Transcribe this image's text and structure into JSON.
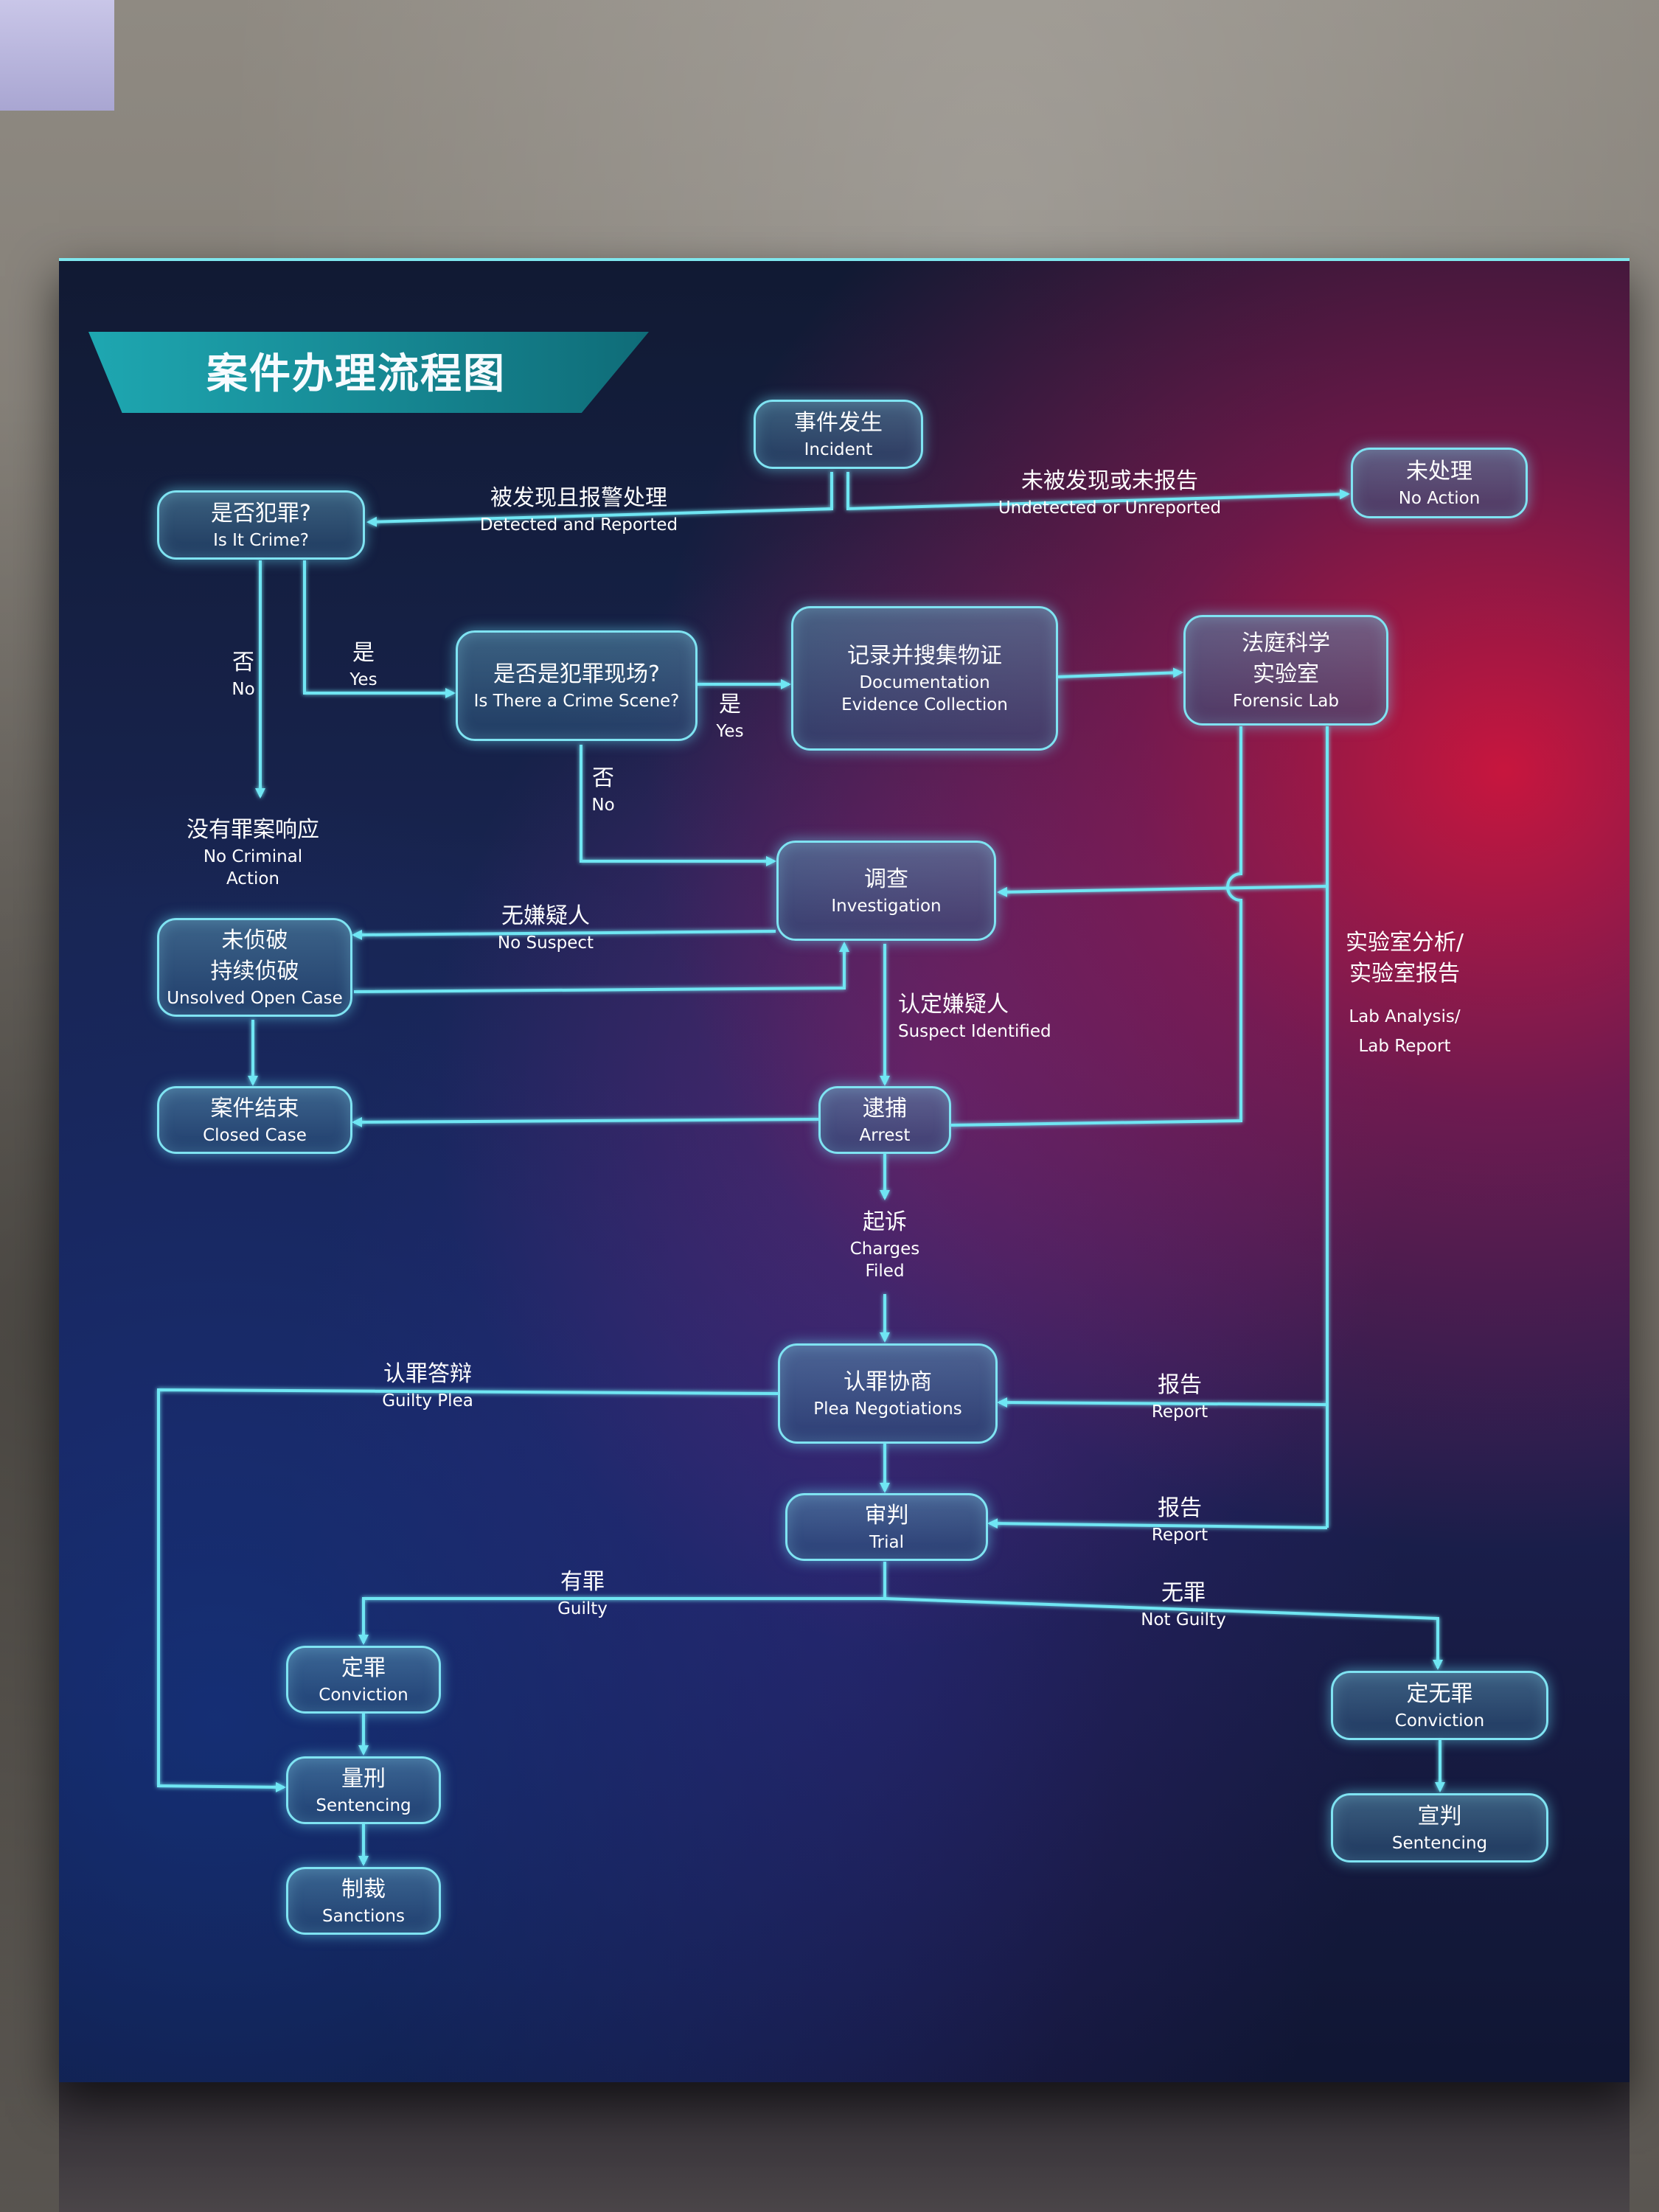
{
  "title": "案件办理流程图",
  "nodes": {
    "incident": {
      "zh": "事件发生",
      "en": "Incident"
    },
    "no_action": {
      "zh": "未处理",
      "en": "No Action"
    },
    "is_crime": {
      "zh": "是否犯罪?",
      "en": "Is It Crime?"
    },
    "crime_scene": {
      "zh": "是否是犯罪现场?",
      "en": "Is There a Crime Scene?"
    },
    "documentation": {
      "zh": "记录并搜集物证",
      "en1": "Documentation",
      "en2": "Evidence Collection"
    },
    "forensic_lab": {
      "zh1": "法庭科学",
      "zh2": "实验室",
      "en": "Forensic Lab"
    },
    "investigation": {
      "zh": "调查",
      "en": "Investigation"
    },
    "unsolved": {
      "zh1": "未侦破",
      "zh2": "持续侦破",
      "en": "Unsolved Open Case"
    },
    "closed": {
      "zh": "案件结束",
      "en": "Closed Case"
    },
    "arrest": {
      "zh": "逮捕",
      "en": "Arrest"
    },
    "plea": {
      "zh": "认罪协商",
      "en": "Plea Negotiations"
    },
    "trial": {
      "zh": "审判",
      "en": "Trial"
    },
    "conviction": {
      "zh": "定罪",
      "en": "Conviction"
    },
    "sentencing": {
      "zh": "量刑",
      "en": "Sentencing"
    },
    "sanctions": {
      "zh": "制裁",
      "en": "Sanctions"
    },
    "acquittal": {
      "zh": "定无罪",
      "en": "Conviction"
    },
    "verdict": {
      "zh": "宣判",
      "en": "Sentencing"
    }
  },
  "labels": {
    "detected": {
      "zh": "被发现且报警处理",
      "en": "Detected and Reported"
    },
    "undetected": {
      "zh": "未被发现或未报告",
      "en": "Undetected or Unreported"
    },
    "no1": {
      "zh": "否",
      "en": "No"
    },
    "yes1": {
      "zh": "是",
      "en": "Yes"
    },
    "yes2": {
      "zh": "是",
      "en": "Yes"
    },
    "no2": {
      "zh": "否",
      "en": "No"
    },
    "no_criminal": {
      "zh": "没有罪案响应",
      "en1": "No Criminal",
      "en2": "Action"
    },
    "no_suspect": {
      "zh": "无嫌疑人",
      "en": "No Suspect"
    },
    "suspect_identified": {
      "zh": "认定嫌疑人",
      "en": "Suspect Identified"
    },
    "lab_analysis": {
      "zh1": "实验室分析/",
      "zh2": "实验室报告",
      "en1": "Lab Analysis/",
      "en2": "Lab Report"
    },
    "charges": {
      "zh": "起诉",
      "en1": "Charges",
      "en2": "Filed"
    },
    "guilty_plea": {
      "zh": "认罪答辩",
      "en": "Guilty Plea"
    },
    "report1": {
      "zh": "报告",
      "en": "Report"
    },
    "report2": {
      "zh": "报告",
      "en": "Report"
    },
    "guilty": {
      "zh": "有罪",
      "en": "Guilty"
    },
    "not_guilty": {
      "zh": "无罪",
      "en": "Not Guilty"
    }
  },
  "colors": {
    "line": "#6fe6f3",
    "node_border": "#7fe3f2",
    "title_band": "#1ea7b1"
  }
}
